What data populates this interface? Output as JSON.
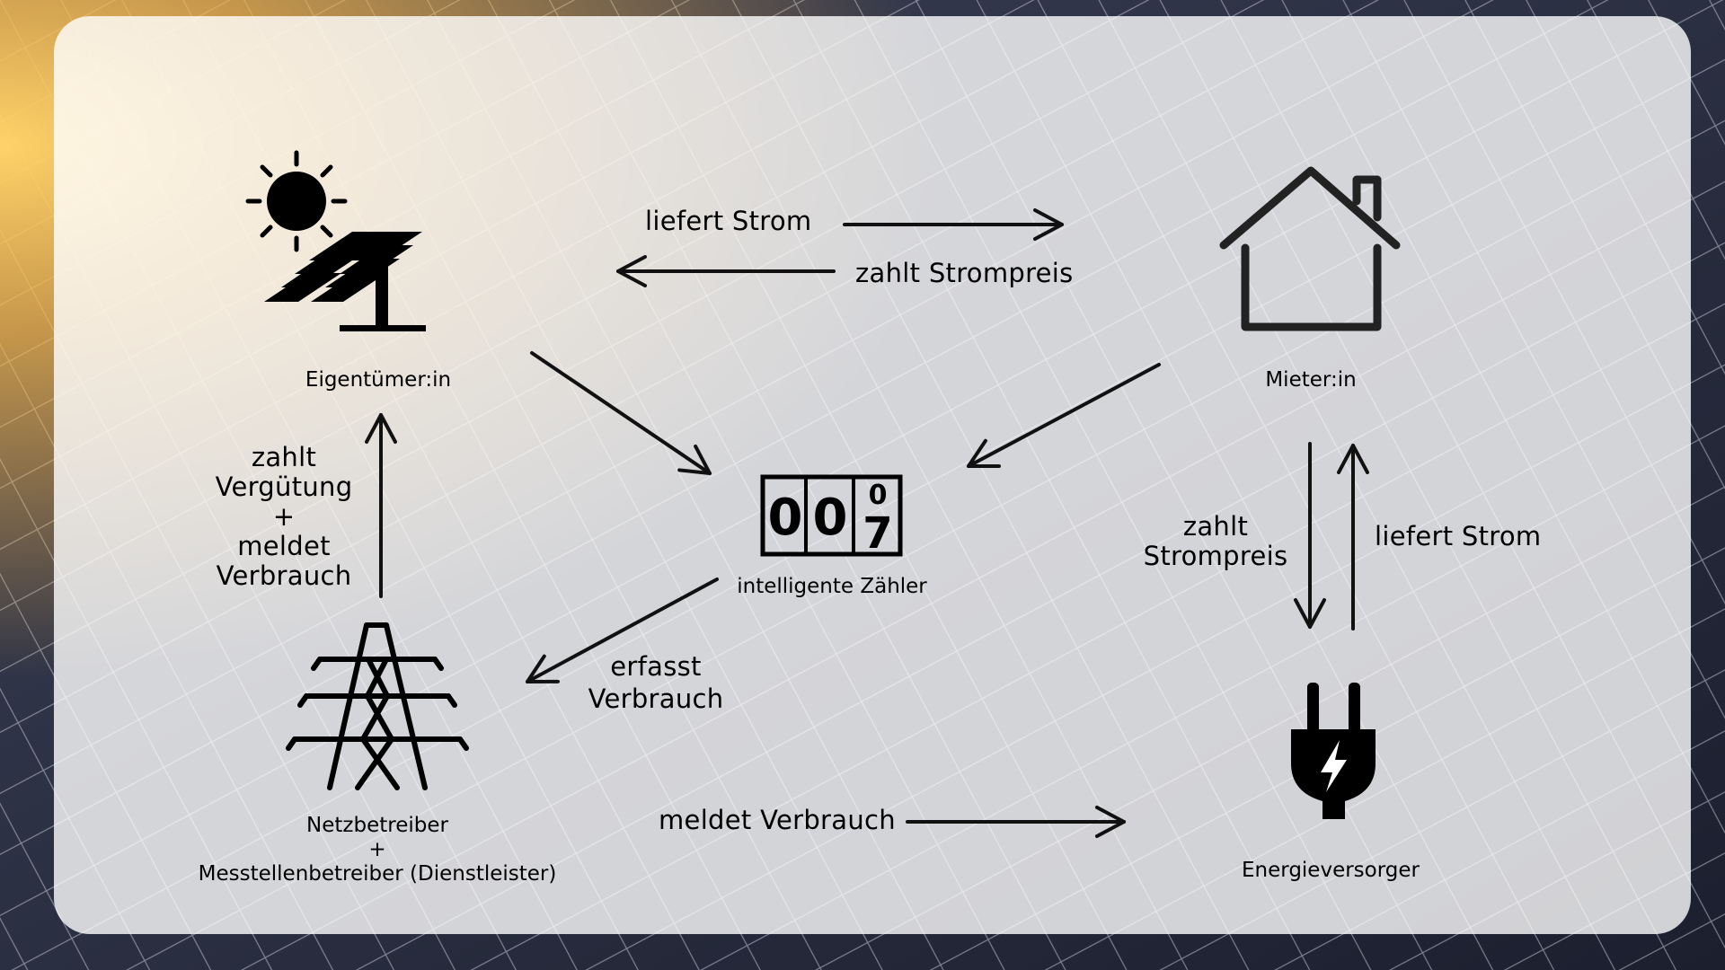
{
  "nodes": {
    "owner": {
      "label": "Eigentümer:in",
      "icon": "solar-panel-sun-icon"
    },
    "tenant": {
      "label": "Mieter:in",
      "icon": "house-icon"
    },
    "meter": {
      "label": "intelligente Zähler",
      "icon": "meter-counter-icon",
      "digits": [
        "0",
        "0",
        "0",
        "7"
      ]
    },
    "grid": {
      "label_line1": "Netzbetreiber",
      "label_line2": "+",
      "label_line3": "Messtellenbetreiber (Dienstleister)",
      "icon": "power-tower-icon"
    },
    "supplier": {
      "label": "Energieversorger",
      "icon": "power-plug-icon"
    }
  },
  "edges": {
    "owner_to_tenant": "liefert Strom",
    "tenant_to_owner": "zahlt Strompreis",
    "grid_to_owner": [
      "zahlt",
      "Vergütung",
      "+",
      "meldet",
      "Verbrauch"
    ],
    "meter_to_grid": [
      "erfasst",
      "Verbrauch"
    ],
    "grid_to_supplier": "meldet Verbrauch",
    "tenant_to_supplier": [
      "zahlt",
      "Strompreis"
    ],
    "supplier_to_tenant": "liefert Strom"
  },
  "colors": {
    "ink": "#111111",
    "panel": "#ffffff"
  }
}
